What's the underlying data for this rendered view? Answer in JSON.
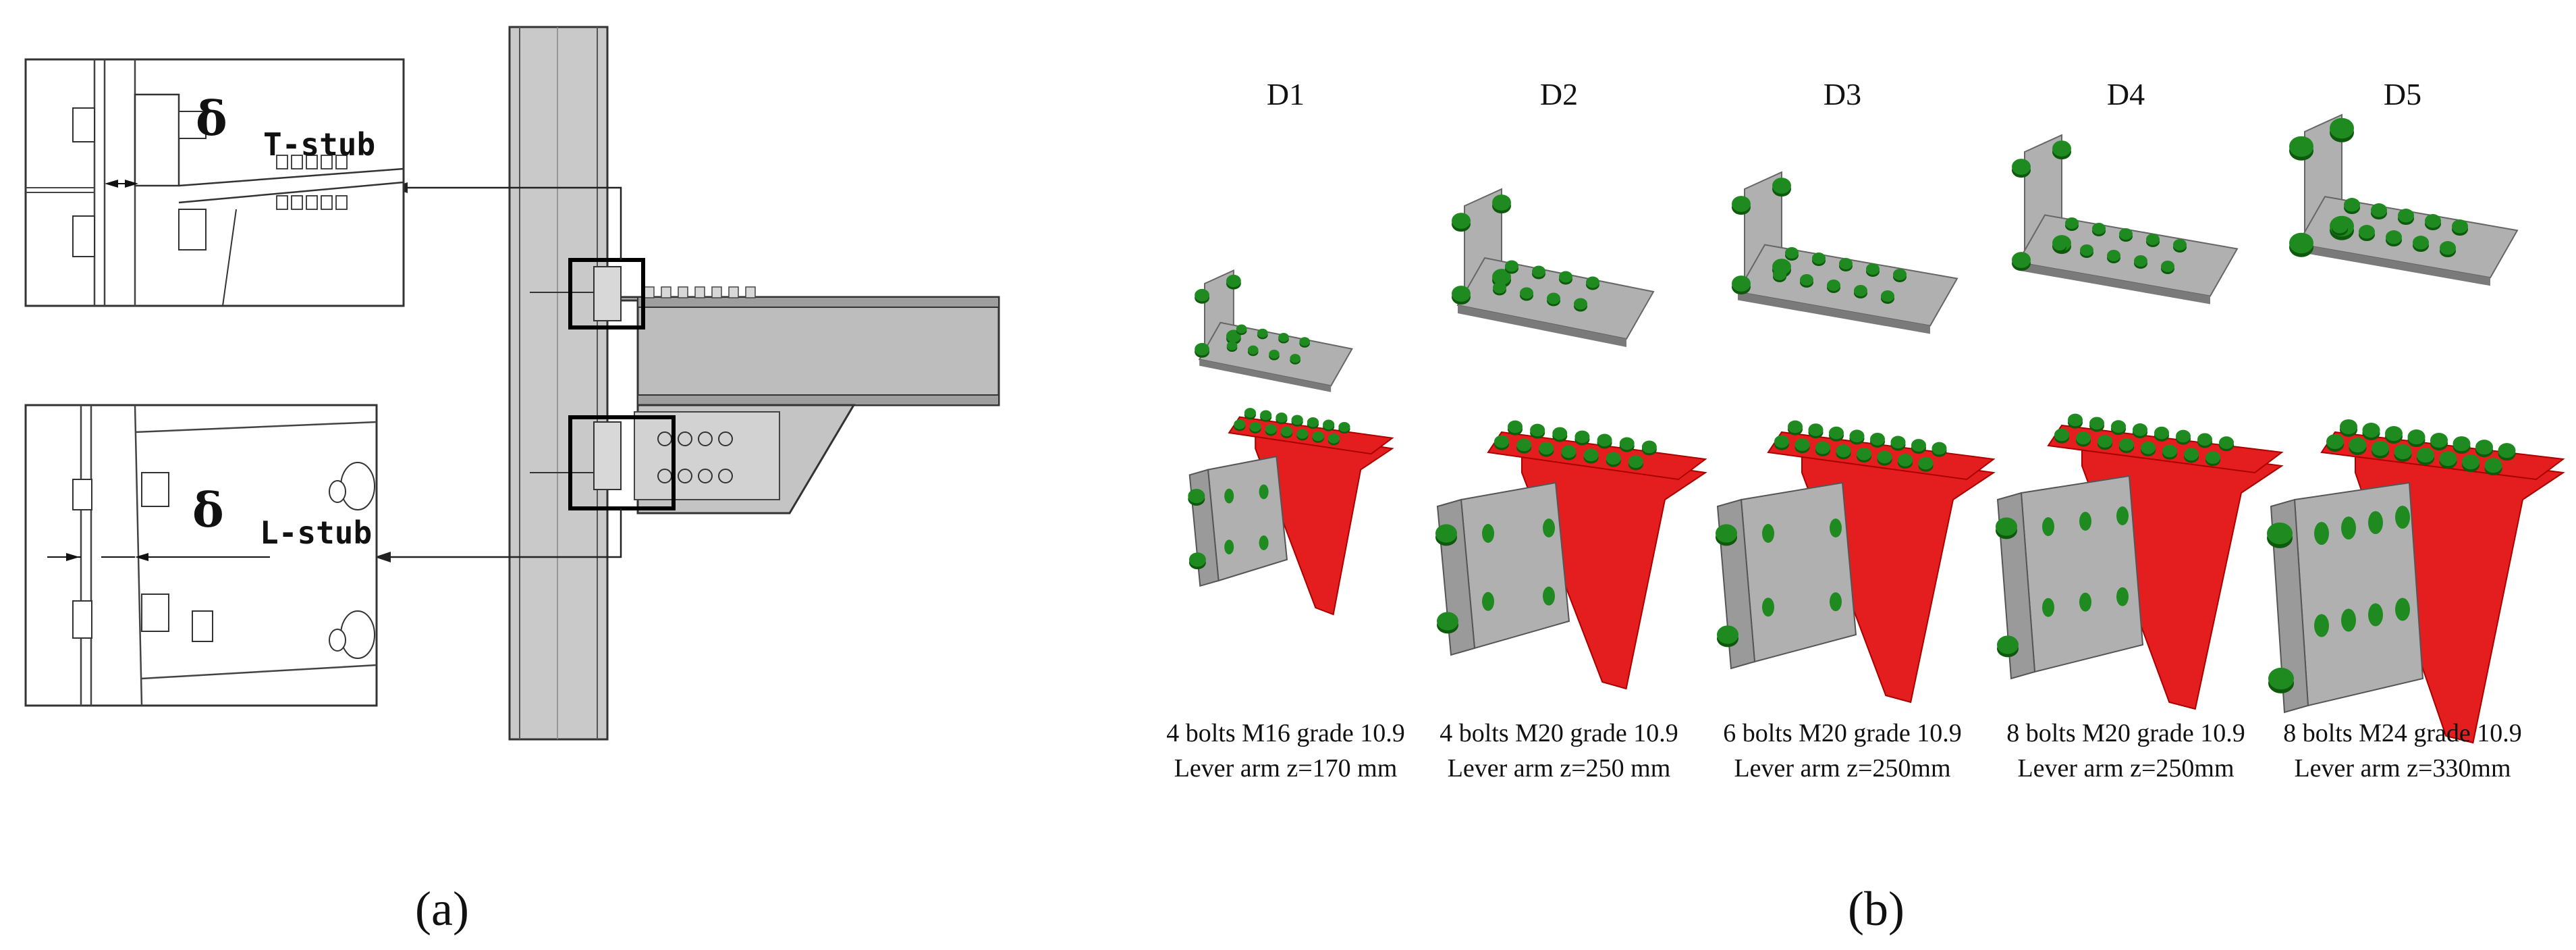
{
  "panel_a": {
    "label": "(a)",
    "delta_symbol": "δ",
    "t_stub_label": "T-stub",
    "l_stub_label": "L-stub"
  },
  "panel_b": {
    "label": "(b)",
    "specimens": [
      {
        "id": "D1",
        "bolts": "4 bolts M16 grade 10.9",
        "lever": "Lever arm z=170 mm"
      },
      {
        "id": "D2",
        "bolts": "4 bolts M20 grade 10.9",
        "lever": "Lever arm z=250 mm"
      },
      {
        "id": "D3",
        "bolts": "6 bolts M20 grade 10.9",
        "lever": "Lever arm z=250mm"
      },
      {
        "id": "D4",
        "bolts": "8 bolts M20 grade 10.9",
        "lever": "Lever arm z=250mm"
      },
      {
        "id": "D5",
        "bolts": "8 bolts M24 grade 10.9",
        "lever": "Lever arm z=330mm"
      }
    ]
  },
  "colors": {
    "steel": "#b0b0b0",
    "steel_dark": "#7a7a7a",
    "bolt": "#1f8a1f",
    "bolt_dark": "#0d5a0d",
    "haunch": "#e41e1e",
    "line": "#222222"
  }
}
